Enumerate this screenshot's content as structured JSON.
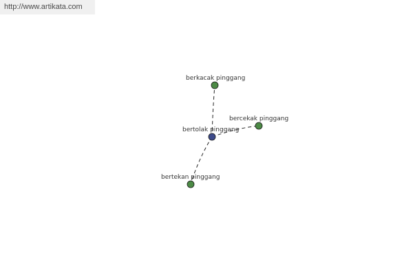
{
  "header": {
    "source_url": "http://www.artikata.com"
  },
  "colors": {
    "center_node": "#3d4a8a",
    "leaf_node": "#4c8a45",
    "node_stroke": "#1a1a1a",
    "edge": "#222222"
  },
  "graph": {
    "center": {
      "label": "bertolak pinggang"
    },
    "related": [
      {
        "label": "berkacak pinggang"
      },
      {
        "label": "bercekak pinggang"
      },
      {
        "label": "bertekan pinggang"
      }
    ]
  }
}
